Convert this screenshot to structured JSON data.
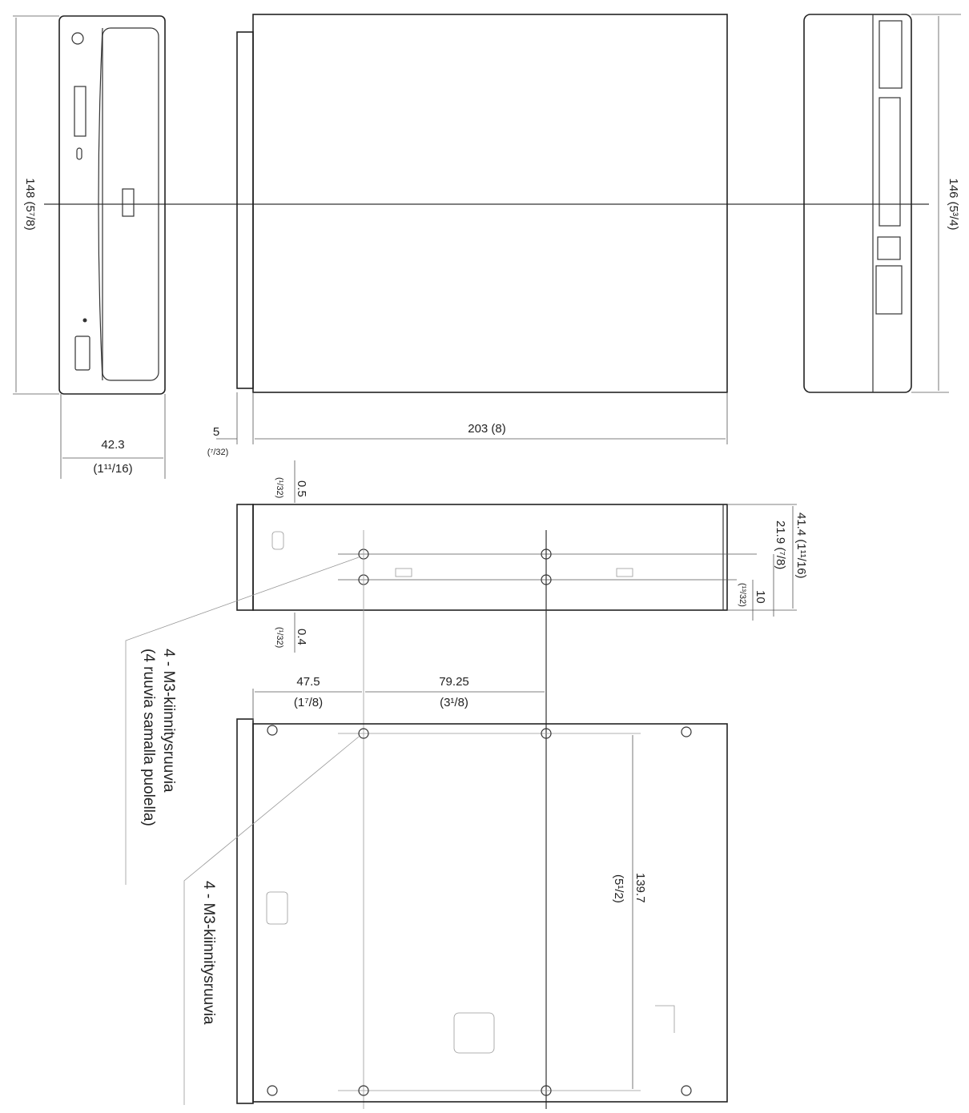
{
  "front_view": {
    "height": "148 (5⁷/8)",
    "width": "42.3",
    "width_in": "(1¹¹/16)"
  },
  "side_view": {
    "bezel": "5",
    "bezel_in": "(⁷/32)",
    "depth": "203 (8)"
  },
  "rear_view": {
    "height": "146 (5³/4)"
  },
  "side_holes": {
    "top_gap": "0.5",
    "top_gap_in": "(¹/32)",
    "bottom_gap": "0.4",
    "bottom_gap_in": "(¹/32)",
    "total": "41.4 (1¹¹/16)",
    "upper": "21.9 (⁷/8)",
    "lower": "10",
    "lower_in": "(¹³/32)"
  },
  "bottom_view": {
    "offset": "47.5",
    "offset_in": "(1⁷/8)",
    "spacing": "79.25",
    "spacing_in": "(3¹/8)",
    "length": "139.7",
    "length_in": "(5¹/2)"
  },
  "notes": {
    "side_screws": "4 - M3-kiinnitysruuvia",
    "side_screws_note": "(4 ruuvia samalla puolella)",
    "bottom_screws": "4 - M3-kiinnitysruuvia"
  }
}
